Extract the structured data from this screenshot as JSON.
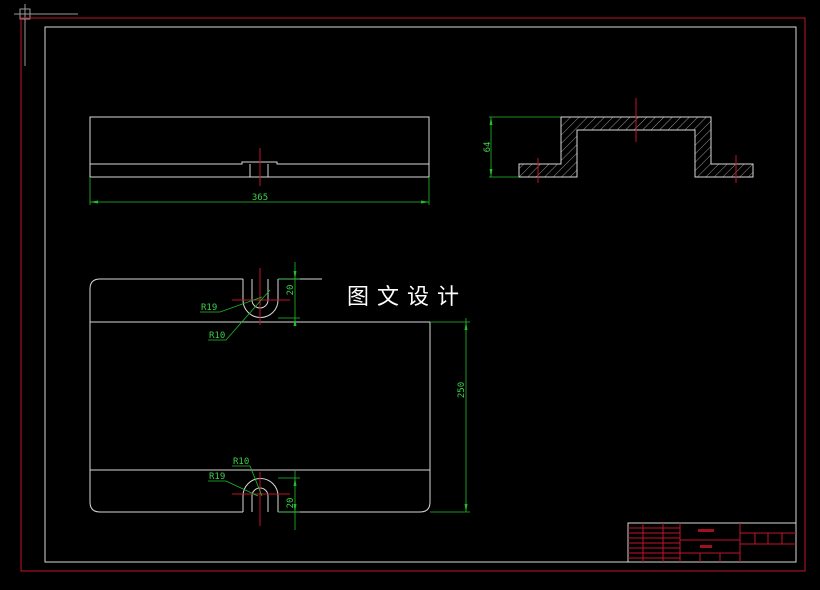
{
  "drawing": {
    "watermark": "图文设计",
    "front_view": {
      "width_dim": "365"
    },
    "side_view": {
      "height_dim": "64"
    },
    "plan_view": {
      "top_slot": {
        "radius_outer": "R19",
        "radius_inner": "R10",
        "depth_dim": "20"
      },
      "bottom_slot": {
        "radius_outer": "R19",
        "radius_inner": "R10",
        "depth_dim": "20"
      },
      "height_dim": "250"
    },
    "colors": {
      "background": "#000000",
      "outline": "#d8d8d8",
      "centerline": "#c0142c",
      "dimension": "#1fbf2a",
      "frame": "#c0142c"
    }
  }
}
